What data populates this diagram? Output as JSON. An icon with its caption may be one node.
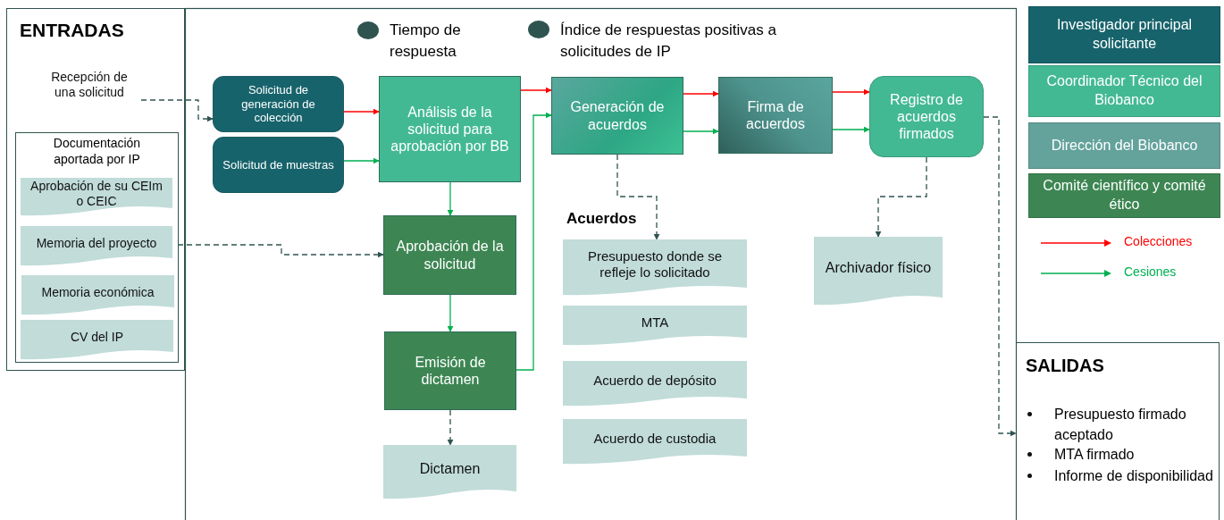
{
  "diagram": {
    "nodes": [
      {
        "text": [
          "ENTRADAS"
        ]
      },
      {
        "text": [
          "Recepción de una solicitud"
        ],
        "in": 0
      },
      {
        "text": [
          "Documentación aportada por IP"
        ],
        "in": 0
      },
      {
        "text": [
          "Aprobación de su CEIm o CEIC"
        ],
        "in": 2
      },
      {
        "text": [
          "Memoria del proyecto"
        ],
        "in": 2
      },
      {
        "text": [
          "Memoria económica"
        ],
        "in": 2
      },
      {
        "text": [
          "CV del IP"
        ],
        "in": 2
      },
      {
        "text": [
          "Solicitud de generación de colección"
        ]
      },
      {
        "text": [
          "Solicitud de muestras"
        ]
      },
      {
        "text": [
          "Análisis de la solicitud para aprobación por BB"
        ]
      },
      {
        "text": [
          "Aprobación de la solicitud"
        ]
      },
      {
        "text": [
          "Emisión de dictamen"
        ]
      },
      {
        "text": [
          "Dictamen"
        ]
      },
      {
        "text": [
          "Generación de acuerdos"
        ]
      },
      {
        "text": [
          "Firma de acuerdos"
        ]
      },
      {
        "text": [
          "Registro de acuerdos firmados"
        ]
      },
      {
        "text": [
          "Presupuesto donde se refleje lo solicitado"
        ]
      },
      {
        "text": [
          "MTA"
        ]
      },
      {
        "text": [
          "Acuerdo de depósito"
        ]
      },
      {
        "text": [
          "Acuerdo de custodia"
        ]
      },
      {
        "text": [
          "Archivador físico"
        ]
      },
      {
        "text": [
          "SALIDAS",
          "Presupuesto firmado aceptado",
          "MTA firmado",
          "Informe de disponibilidad"
        ]
      }
    ],
    "edges": [
      {
        "from": 1,
        "to": 7,
        "arrow": "to",
        "style": "dashed",
        "color": "#2f5450"
      },
      {
        "from": 7,
        "to": 9,
        "arrow": "to",
        "color": "#ff0000"
      },
      {
        "from": 8,
        "to": 9,
        "arrow": "to",
        "color": "#00b050"
      },
      {
        "from": 9,
        "to": 10,
        "arrow": "to",
        "color": "#00b050"
      },
      {
        "from": 10,
        "to": 11,
        "arrow": "to",
        "color": "#00b050"
      },
      {
        "from": 11,
        "to": 13,
        "arrow": "to",
        "color": "#00b050"
      },
      {
        "from": 9,
        "to": 13,
        "arrow": "to",
        "color": "#ff0000"
      },
      {
        "from": 13,
        "to": 14,
        "arrow": "to",
        "color": "#ff0000"
      },
      {
        "from": 13,
        "to": 14,
        "arrow": "to",
        "color": "#00b050"
      },
      {
        "from": 14,
        "to": 15,
        "arrow": "to",
        "color": "#ff0000"
      },
      {
        "from": 14,
        "to": 15,
        "arrow": "to",
        "color": "#00b050"
      },
      {
        "from": 2,
        "to": 10,
        "arrow": "to",
        "style": "dashed",
        "color": "#2f5450"
      },
      {
        "from": 11,
        "to": 12,
        "arrow": "to",
        "style": "dashed",
        "color": "#2f5450"
      },
      {
        "from": 13,
        "to": 16,
        "arrow": "to",
        "style": "dashed",
        "color": "#2f5450"
      },
      {
        "from": 15,
        "to": 20,
        "arrow": "to",
        "style": "dashed",
        "color": "#2f5450"
      },
      {
        "from": 15,
        "to": 21,
        "arrow": "to",
        "style": "dashed",
        "color": "#2f5450"
      }
    ],
    "labels": [
      "Tiempo de respuesta",
      "Índice de respuestas positivas a solicitudes de IP",
      "Acuerdos"
    ],
    "legend": [
      {
        "text": "Investigador principal solicitante",
        "color": "#17636b"
      },
      {
        "text": "Coordinador Técnico del Biobanco",
        "color": "#43b993"
      },
      {
        "text": "Dirección del Biobanco",
        "color": "#64a29c"
      },
      {
        "text": "Comité científico y comité ético",
        "color": "#3d8653"
      },
      {
        "text": "Colecciones"
      },
      {
        "text": "Cesiones"
      }
    ]
  }
}
